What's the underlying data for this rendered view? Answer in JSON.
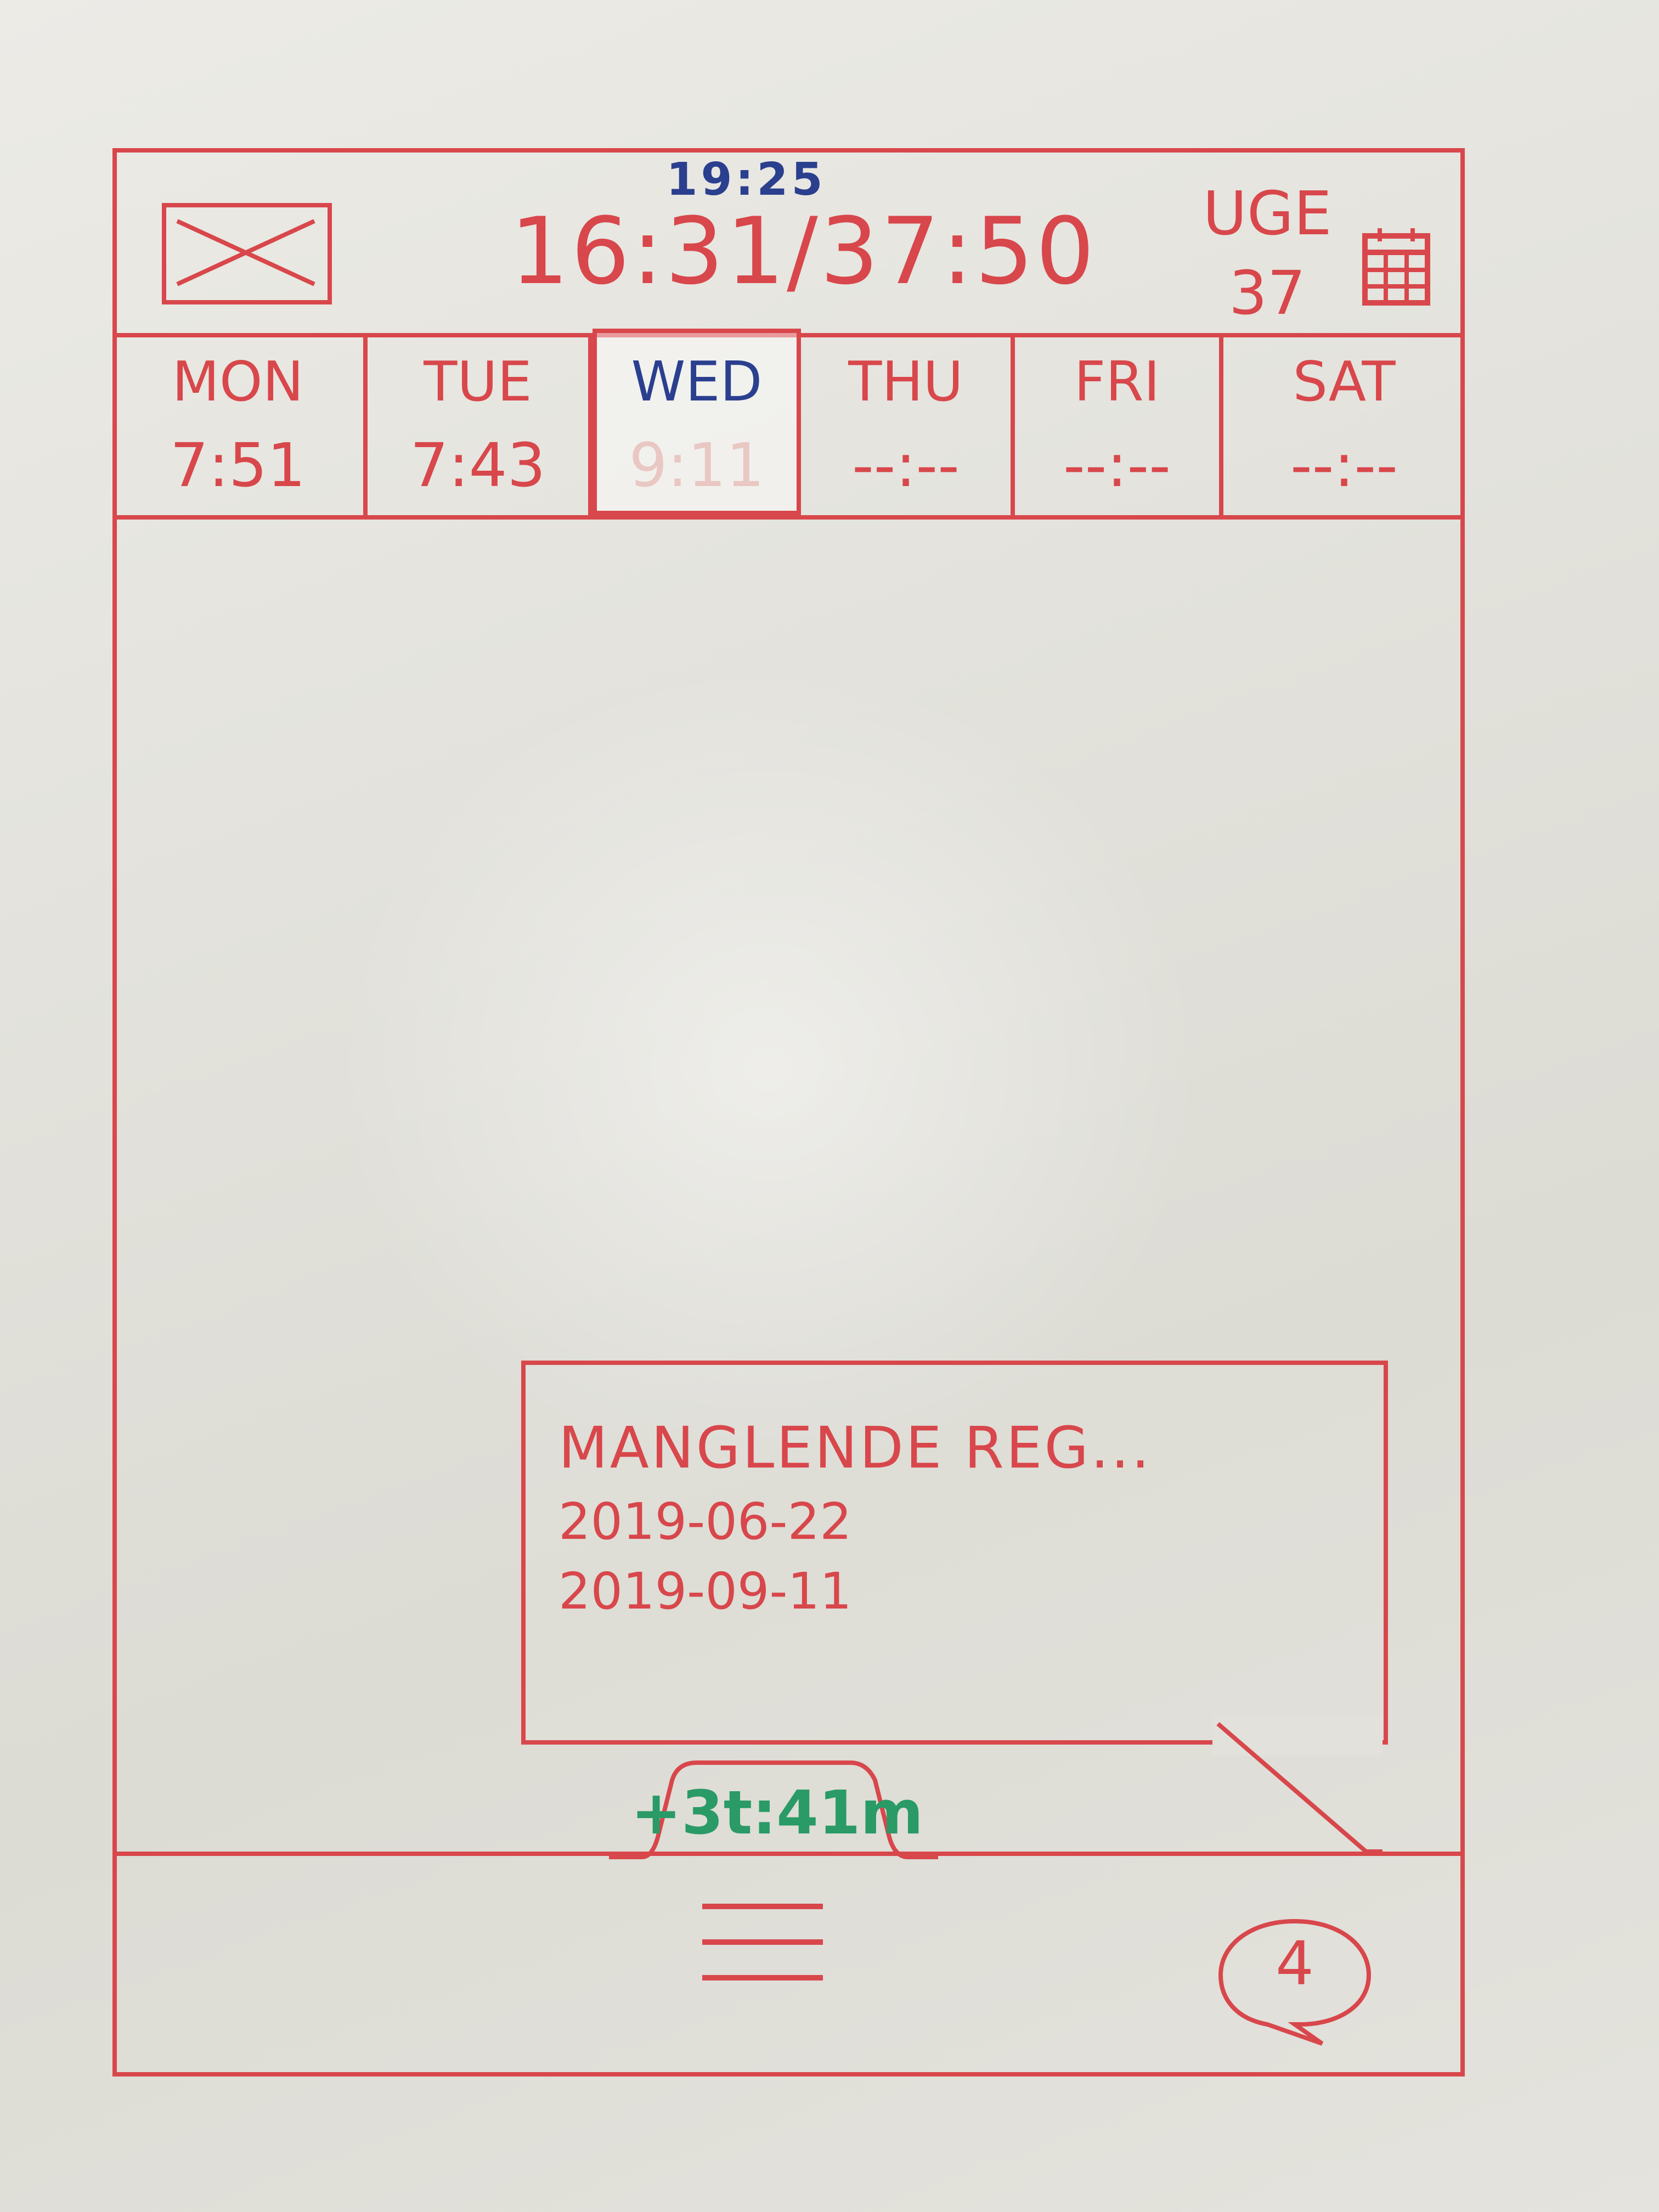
{
  "header": {
    "subtime": "19:25",
    "time": "16:31/37:50",
    "week_label": "UGE",
    "week_number": "37"
  },
  "days": [
    {
      "name": "MON",
      "value": "7:51"
    },
    {
      "name": "TUE",
      "value": "7:43"
    },
    {
      "name": "WED",
      "value": "9:11"
    },
    {
      "name": "THU",
      "value": "--:--"
    },
    {
      "name": "FRI",
      "value": "--:--"
    },
    {
      "name": "SAT",
      "value": "--:--"
    }
  ],
  "tooltip": {
    "title": "MANGLENDE REG...",
    "dates": [
      "2019-06-22",
      "2019-09-11"
    ]
  },
  "balance": "+3t:41m",
  "notifications": {
    "count": "4"
  },
  "icons": {
    "mail": "mail-icon",
    "calendar": "calendar-icon",
    "menu": "hamburger-menu-icon",
    "chat": "chat-bubble-icon"
  },
  "colors": {
    "ink_red": "#d8474b",
    "ink_blue": "#2b3f8f",
    "ink_green": "#2a9a66",
    "board": "#e4e3dd"
  }
}
